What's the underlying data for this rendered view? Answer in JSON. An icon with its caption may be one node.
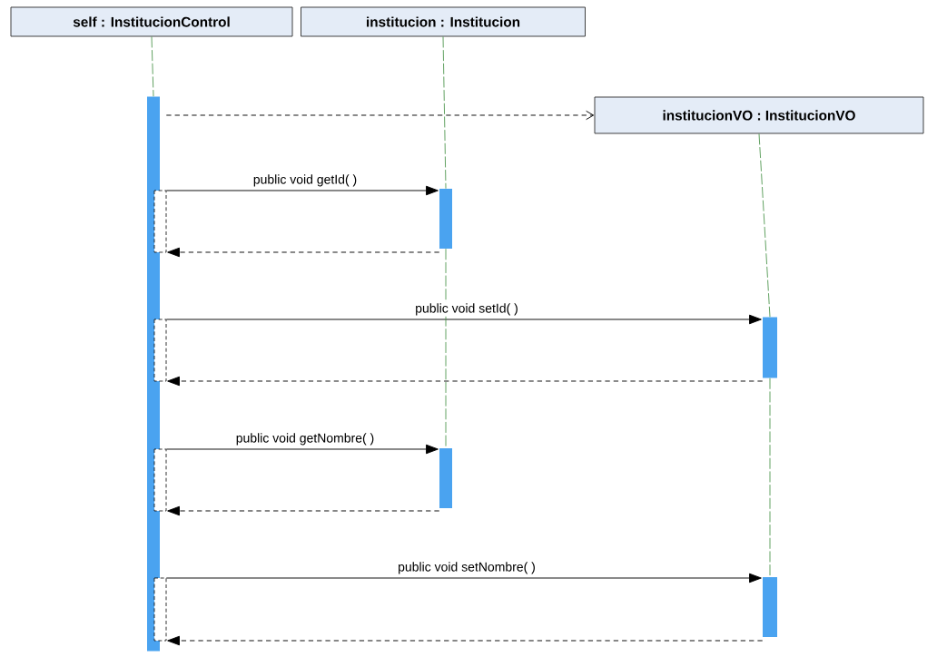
{
  "diagram": {
    "nodes": [
      {
        "text": [
          "self : InstitucionControl"
        ]
      },
      {
        "text": [
          "institucion : Institucion"
        ]
      },
      {
        "text": [
          "institucionVO : InstitucionVO"
        ]
      },
      {
        "text": [],
        "shape": "bar"
      },
      {
        "text": [],
        "shape": "bar"
      },
      {
        "text": [],
        "shape": "bar"
      },
      {
        "text": [],
        "shape": "bar"
      },
      {
        "text": [],
        "shape": "bar"
      }
    ],
    "edges": [
      {
        "from": 3,
        "to": 2,
        "arrow": "to",
        "style": "dashed"
      },
      {
        "from": 3,
        "to": 4,
        "arrow": "to",
        "label": "public void getId( )"
      },
      {
        "from": 4,
        "to": 3,
        "arrow": "to",
        "style": "dashed"
      },
      {
        "from": 3,
        "to": 5,
        "arrow": "to",
        "label": "public void setId( )"
      },
      {
        "from": 5,
        "to": 3,
        "arrow": "to",
        "style": "dashed"
      },
      {
        "from": 3,
        "to": 6,
        "arrow": "to",
        "label": "public void getNombre( )"
      },
      {
        "from": 6,
        "to": 3,
        "arrow": "to",
        "style": "dashed"
      },
      {
        "from": 3,
        "to": 7,
        "arrow": "to",
        "label": "public void setNombre( )"
      },
      {
        "from": 7,
        "to": 3,
        "arrow": "to",
        "style": "dashed"
      },
      {
        "from": 0,
        "to": 3,
        "arrow": "none",
        "style": "dashed",
        "color": "#3a8a3a"
      },
      {
        "from": 1,
        "to": 4,
        "arrow": "none",
        "style": "dashed",
        "color": "#3a8a3a"
      },
      {
        "from": 4,
        "to": 6,
        "arrow": "none",
        "style": "dashed",
        "color": "#3a8a3a"
      },
      {
        "from": 2,
        "to": 5,
        "arrow": "none",
        "style": "dashed",
        "color": "#3a8a3a"
      },
      {
        "from": 5,
        "to": 7,
        "arrow": "none",
        "style": "dashed",
        "color": "#3a8a3a"
      }
    ]
  }
}
